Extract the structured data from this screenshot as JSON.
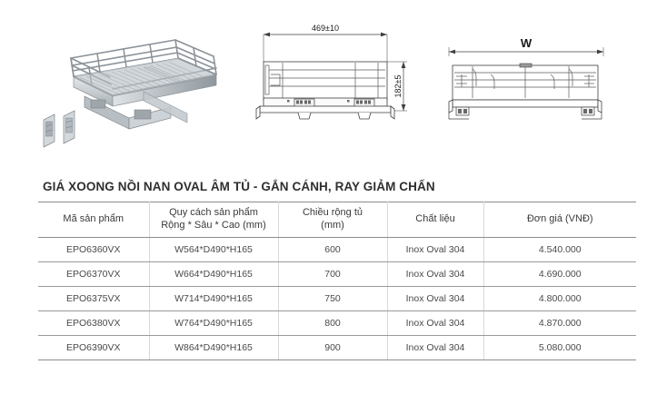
{
  "document": {
    "title": "GIÁ XOONG NỒI NAN OVAL ÂM TỦ - GẮN CÁNH, RAY GIẢM CHẤN"
  },
  "drawings": {
    "iso": {
      "name": "isometric-product-render",
      "caption": ""
    },
    "side": {
      "name": "side-elevation-drawing",
      "width_dimension": "469±10",
      "height_dimension": "182±5"
    },
    "front": {
      "name": "front-elevation-drawing",
      "width_dimension": "W"
    }
  },
  "table": {
    "headers": [
      {
        "line1": "Mã sản phẩm",
        "line2": ""
      },
      {
        "line1": "Quy cách sản phẩm",
        "line2": "Rộng * Sâu * Cao (mm)"
      },
      {
        "line1": "Chiều rộng tủ",
        "line2": "(mm)"
      },
      {
        "line1": "Chất liệu",
        "line2": ""
      },
      {
        "line1": "Đơn giá  (VNĐ)",
        "line2": ""
      }
    ],
    "rows": [
      {
        "code": "EPO6360VX",
        "spec": "W564*D490*H165",
        "cabinet_width": "600",
        "material": "Inox Oval 304",
        "price": "4.540.000"
      },
      {
        "code": "EPO6370VX",
        "spec": "W664*D490*H165",
        "cabinet_width": "700",
        "material": "Inox Oval 304",
        "price": "4.690.000"
      },
      {
        "code": "EPO6375VX",
        "spec": "W714*D490*H165",
        "cabinet_width": "750",
        "material": "Inox Oval 304",
        "price": "4.800.000"
      },
      {
        "code": "EPO6380VX",
        "spec": "W764*D490*H165",
        "cabinet_width": "800",
        "material": "Inox Oval 304",
        "price": "4.870.000"
      },
      {
        "code": "EPO6390VX",
        "spec": "W864*D490*H165",
        "cabinet_width": "900",
        "material": "Inox Oval 304",
        "price": "5.080.000"
      }
    ]
  },
  "colors": {
    "background": "#ffffff",
    "text": "#3b3b3b",
    "rule": "#8c8c8c",
    "row_rule": "#9a9a9a",
    "column_rule": "#d8d8d8",
    "drawing_line": "#4a4a4a",
    "metal_light": "#e9ecee",
    "metal_mid": "#c3c9cd",
    "metal_dark": "#9aa2a8"
  }
}
